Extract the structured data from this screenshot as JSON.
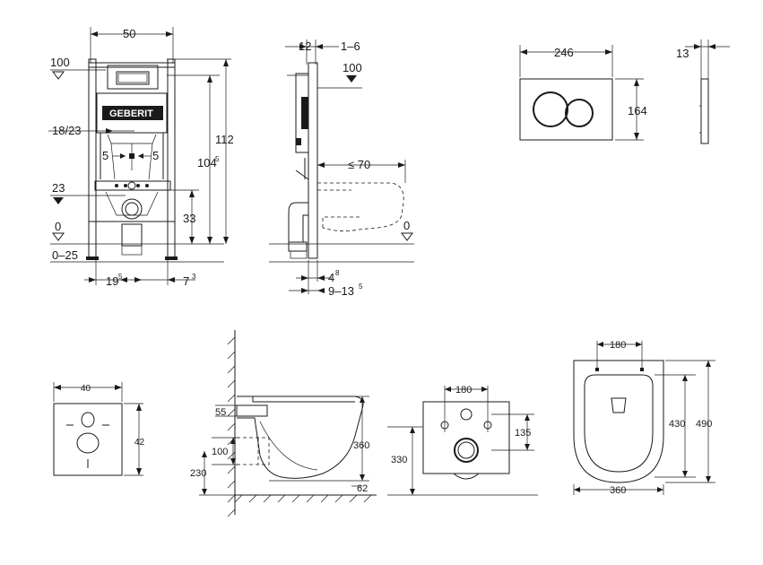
{
  "brand": "GEBERIT",
  "frame_front": {
    "width": "50",
    "height_total": "112",
    "height_inner_main": "104",
    "height_inner_sup": "5",
    "left_level_top": "100",
    "left_level_mid": "23",
    "left_level_zero": "0",
    "left_level_range": "0–25",
    "pipe_range": "18/23",
    "offset_left": "5",
    "offset_right": "5",
    "drain_height": "33",
    "bottom_left_main": "19",
    "bottom_left_sup": "5",
    "bottom_right_main": "7",
    "bottom_right_sup": "3"
  },
  "frame_side": {
    "top_depth": "12",
    "top_range": "1–6",
    "level_top": "100",
    "reach": "≤ 70",
    "level_zero": "0",
    "bottom_depth_main": "4",
    "bottom_depth_sup": "8",
    "bottom_range_main": "9–13",
    "bottom_range_sup": "5"
  },
  "plate": {
    "width": "246",
    "height": "164",
    "thickness": "13"
  },
  "cover": {
    "width": "40",
    "height": "42"
  },
  "toilet_side": {
    "top_offset": "55",
    "inlet_height": "100",
    "outlet_height": "230",
    "total_height": "360",
    "lower_height": "330",
    "depth_offset": "62"
  },
  "toilet_back": {
    "bolt_spacing": "180",
    "hole_height": "135"
  },
  "toilet_top": {
    "bolt_spacing": "180",
    "bowl_length": "430",
    "total_length": "490",
    "width": "360"
  }
}
